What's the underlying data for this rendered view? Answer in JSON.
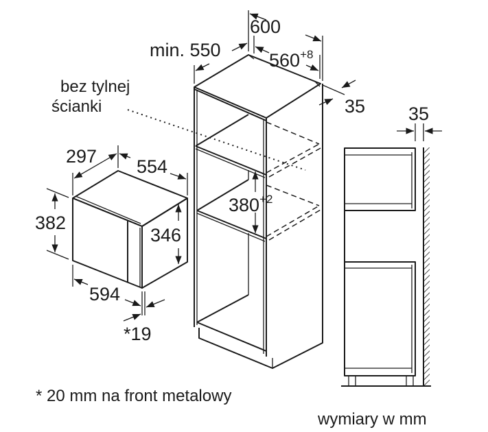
{
  "dimensions": {
    "cabinet_width": "600",
    "cabinet_depth_min": "min. 550",
    "niche_width": "560",
    "niche_width_tol": "+8",
    "top_gap": "35",
    "niche_height": "380",
    "niche_height_tol": "+2",
    "side_gap": "35",
    "appliance_depth": "297",
    "appliance_body_width": "554",
    "appliance_height": "382",
    "appliance_body_height": "346",
    "appliance_width": "594",
    "front_thickness": "*19"
  },
  "labels": {
    "no_back_line1": "bez tylnej",
    "no_back_line2": "ścianki",
    "footnote": "* 20 mm na front metalowy",
    "units": "wymiary w mm"
  },
  "colors": {
    "ink": "#1a1a1a",
    "background": "#ffffff"
  }
}
